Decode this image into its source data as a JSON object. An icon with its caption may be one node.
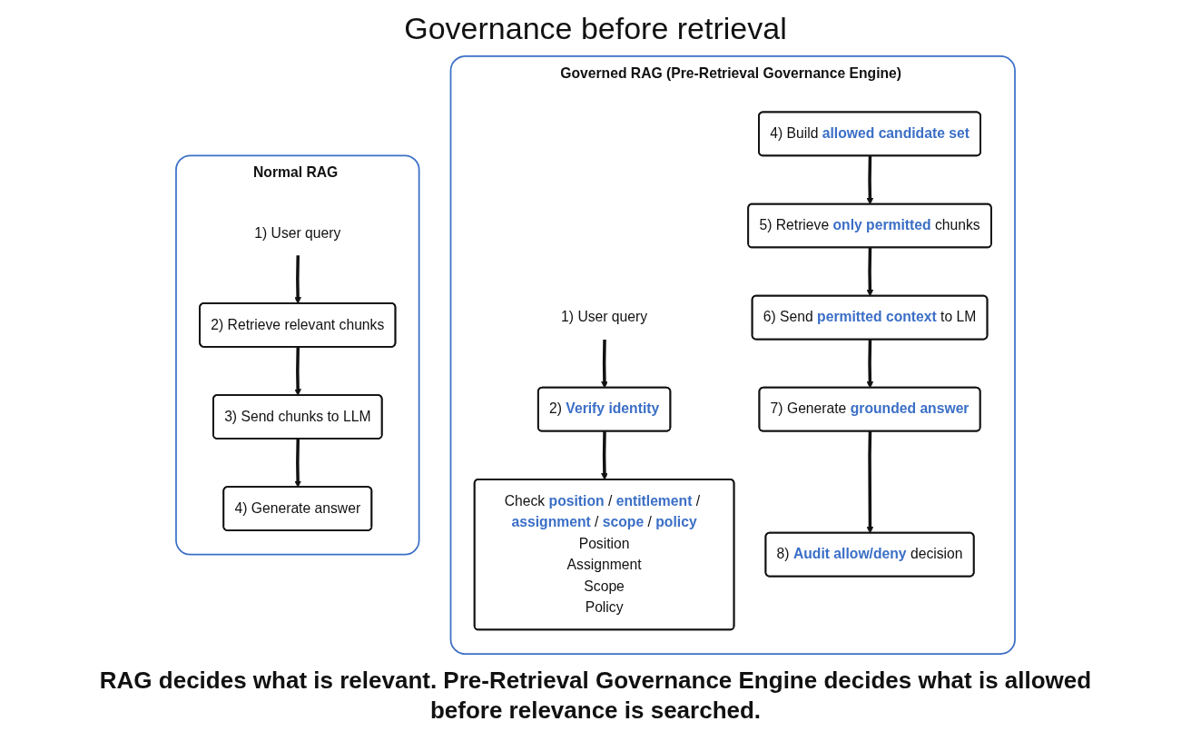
{
  "diagram": {
    "title": "Governance before retrieval",
    "caption": "RAG decides what is relevant. Pre-Retrieval Governance Engine decides what is allowed before relevance is searched.",
    "nodes": [
      {
        "text": [
          "Normal RAG"
        ]
      },
      {
        "text": [
          "1) User query"
        ],
        "in": 0
      },
      {
        "text": [
          "2) Retrieve relevant chunks"
        ],
        "in": 0
      },
      {
        "text": [
          "3) Send chunks to LLM"
        ],
        "in": 0
      },
      {
        "text": [
          "4) Generate answer"
        ],
        "in": 0
      },
      {
        "text": [
          "Governed RAG (Pre-Retrieval Governance Engine)"
        ]
      },
      {
        "text": [
          "1) User query"
        ],
        "in": 5
      },
      {
        "text": [
          "2) **Verify identity**"
        ],
        "in": 5
      },
      {
        "text": [
          "Check **position** / **entitlement** / **assignment** / **scope** / **policy**",
          "Position",
          "Assignment",
          "Scope",
          "Policy"
        ],
        "in": 5
      },
      {
        "text": [
          "4) Build **allowed candidate set**"
        ],
        "in": 5
      },
      {
        "text": [
          "5) Retrieve **only permitted** chunks"
        ],
        "in": 5
      },
      {
        "text": [
          "6) Send **permitted context** to LM"
        ],
        "in": 5
      },
      {
        "text": [
          "7) Generate **grounded answer**"
        ],
        "in": 5
      },
      {
        "text": [
          "8) **Audit allow/deny** decision"
        ],
        "in": 5
      }
    ],
    "edges": [
      {
        "from": 1,
        "to": 2,
        "arrow": "to"
      },
      {
        "from": 2,
        "to": 3,
        "arrow": "to"
      },
      {
        "from": 3,
        "to": 4,
        "arrow": "to"
      },
      {
        "from": 6,
        "to": 7,
        "arrow": "to"
      },
      {
        "from": 7,
        "to": 8,
        "arrow": "to"
      },
      {
        "from": 9,
        "to": 10,
        "arrow": "to"
      },
      {
        "from": 10,
        "to": 11,
        "arrow": "to"
      },
      {
        "from": 11,
        "to": 12,
        "arrow": "to"
      },
      {
        "from": 12,
        "to": 13,
        "arrow": "to"
      }
    ]
  }
}
